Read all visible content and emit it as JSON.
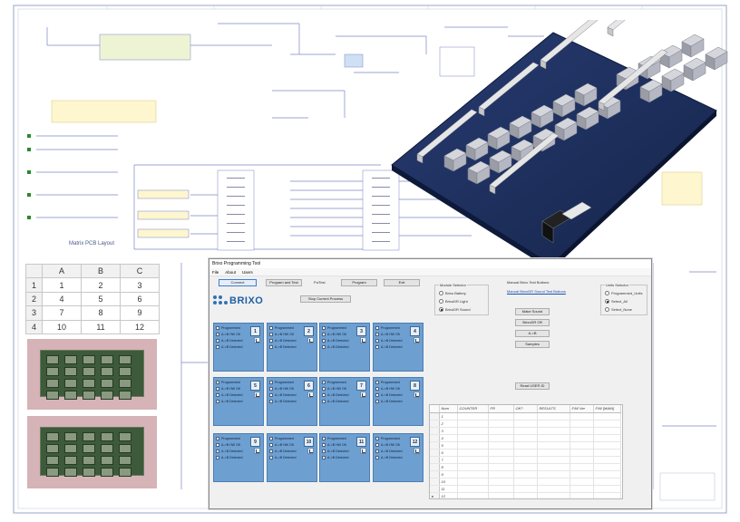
{
  "sheet_title": "Matrix PCB Layout",
  "grid": {
    "columns": [
      "A",
      "B",
      "C"
    ],
    "rows": [
      {
        "label": "1",
        "cells": [
          "1",
          "2",
          "3"
        ]
      },
      {
        "label": "2",
        "cells": [
          "4",
          "5",
          "6"
        ]
      },
      {
        "label": "3",
        "cells": [
          "7",
          "8",
          "9"
        ]
      },
      {
        "label": "4",
        "cells": [
          "10",
          "11",
          "12"
        ]
      }
    ]
  },
  "window": {
    "title": "Brixo Programming Tool",
    "menu": [
      "File",
      "About",
      "Users"
    ],
    "buttons": {
      "connect": "Connect",
      "program_test": "Program and Test",
      "fwtest": "FwTest",
      "program": "Program",
      "exit": "Exit",
      "stop": "Stop Current Process"
    },
    "logo_text": "BRIXO",
    "channel_rows": [
      "Programmed",
      "A->B HW OK",
      "A->B Detected",
      "A->B Detected"
    ],
    "channels": [
      "1",
      "2",
      "3",
      "4",
      "5",
      "6",
      "7",
      "8",
      "9",
      "10",
      "11",
      "12"
    ],
    "module_selector": {
      "title": "Module Selector",
      "options": [
        "Brixo Battery",
        "BrixoDR Light",
        "BrixoDR Sound"
      ],
      "selected": 2
    },
    "manual": {
      "title": "Manual Brixo Test Buttons",
      "link": "Manual BrixoDR Sound Test Buttons",
      "buttons": [
        "Make Sound",
        "BrixoDR Off",
        "A->B",
        "Samples"
      ],
      "read_button": "Read USER ID"
    },
    "units": {
      "title": "Units Selector",
      "options": [
        "Programmed_Units",
        "Select_All",
        "Select_None"
      ],
      "selected": 1
    },
    "table": {
      "columns": [
        "Num",
        "COUNTER",
        "FR",
        "OK?",
        "RESULTS",
        "F/W Ver",
        "F/W [MAIN]"
      ],
      "rows": [
        "1",
        "2",
        "3",
        "4",
        "5",
        "6",
        "7",
        "8",
        "9",
        "10",
        "11",
        "12"
      ]
    }
  },
  "colors": {
    "channel_panel": "#6d9fd1",
    "pcb": "#1e3260",
    "logo": "#1e5fa4"
  }
}
